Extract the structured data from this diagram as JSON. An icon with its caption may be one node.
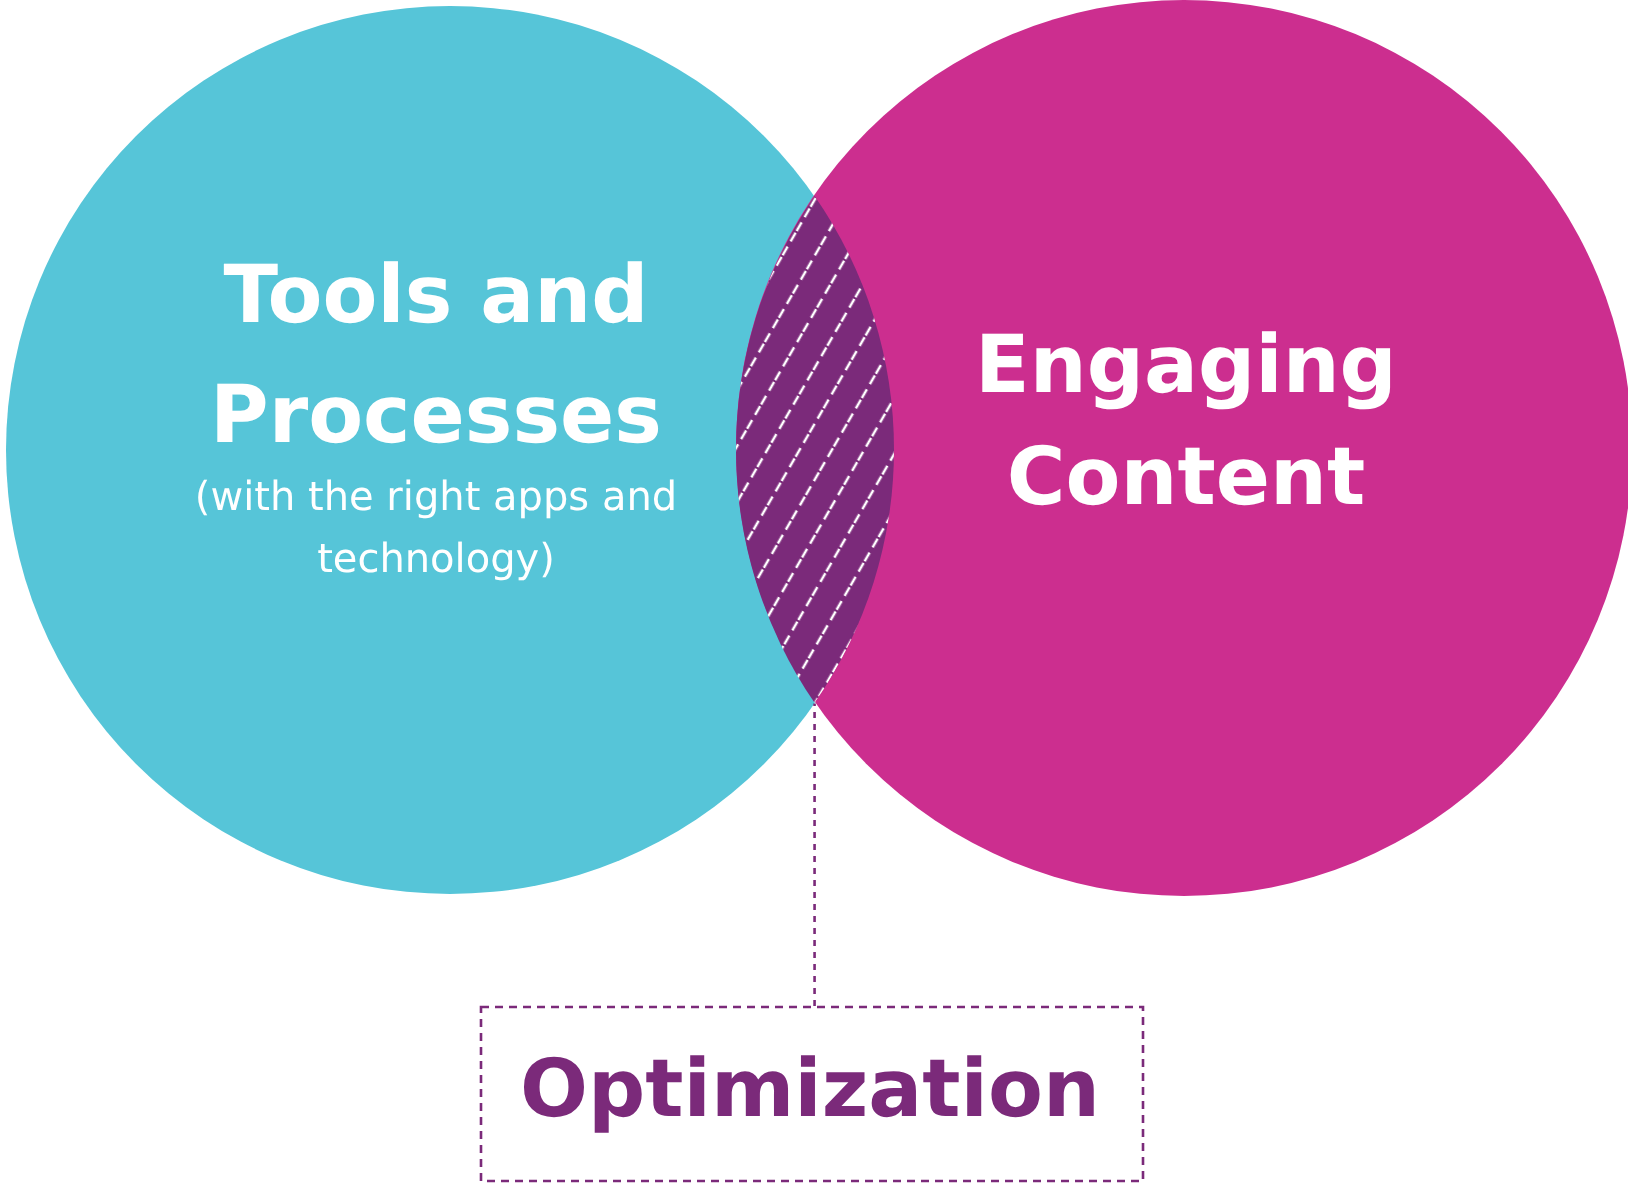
{
  "diagram": {
    "nodes": [
      {
        "text": [
          "Tools and Processes",
          "(with the right apps and technology)"
        ]
      },
      {
        "text": [
          "Engaging Content"
        ]
      },
      {
        "text": [],
        "shape": "lens"
      },
      {
        "text": [
          "Optimization"
        ]
      }
    ],
    "edges": [
      {
        "from": 3,
        "to": 2,
        "arrow": "none",
        "style": "dashed"
      }
    ]
  }
}
